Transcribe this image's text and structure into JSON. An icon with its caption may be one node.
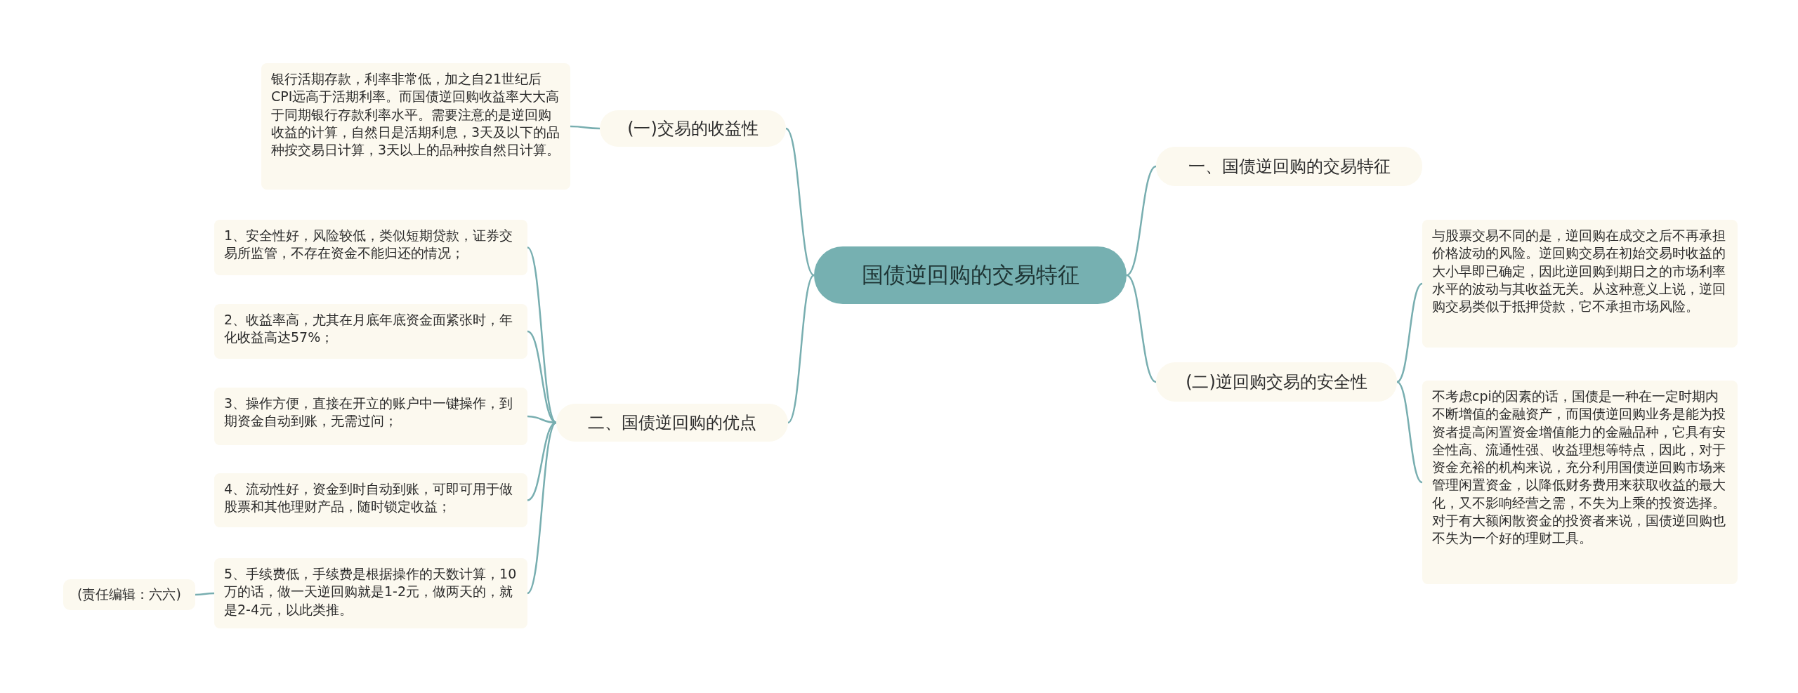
{
  "diagram": {
    "nodes": [
      {
        "text": [
          "国债逆回购的交易特征"
        ]
      },
      {
        "text": [
          "(一)交易的收益性"
        ]
      },
      {
        "text": [
          "银行活期存款，利率非常低，加之自21世纪后CPI远高于活期利率。而国债逆回购收益率大大高于同期银行存款利率水平。需要注意的是逆回购收益的计算，自然日是活期利息，3天及以下的品种按交易日计算，3天以上的品种按自然日计算。"
        ]
      },
      {
        "text": [
          "一、国债逆回购的交易特征"
        ]
      },
      {
        "text": [
          "(二)逆回购交易的安全性"
        ]
      },
      {
        "text": [
          "与股票交易不同的是，逆回购在成交之后不再承担价格波动的风险。逆回购交易在初始交易时收益的大小早即已确定，因此逆回购到期日之的市场利率水平的波动与其收益无关。从这种意义上说，逆回购交易类似于抵押贷款，它不承担市场风险。"
        ]
      },
      {
        "text": [
          "不考虑cpi的因素的话，国债是一种在一定时期内不断增值的金融资产，而国债逆回购业务是能为投资者提高闲置资金增值能力的金融品种，它具有安全性高、流通性强、收益理想等特点，因此，对于资金充裕的机构来说，充分利用国债逆回购市场来管理闲置资金，以降低财务费用来获取收益的最大化，又不影响经营之需，不失为上乘的投资选择。对于有大额闲散资金的投资者来说，国债逆回购也不失为一个好的理财工具。"
        ]
      },
      {
        "text": [
          "二、国债逆回购的优点"
        ]
      },
      {
        "text": [
          "1、安全性好，风险较低，类似短期贷款，证券交易所监管，不存在资金不能归还的情况；"
        ]
      },
      {
        "text": [
          "2、收益率高，尤其在月底年底资金面紧张时，年化收益高达57%；"
        ]
      },
      {
        "text": [
          "3、操作方便，直接在开立的账户中一键操作，到期资金自动到账，无需过问；"
        ]
      },
      {
        "text": [
          "4、流动性好，资金到时自动到账，可即可用于做股票和其他理财产品，随时锁定收益；"
        ]
      },
      {
        "text": [
          "5、手续费低，手续费是根据操作的天数计算，10万的话，做一天逆回购就是1-2元，做两天的，就是2-4元，以此类推。"
        ]
      },
      {
        "text": [
          "(责任编辑：六六)"
        ]
      }
    ],
    "edges": [
      {
        "from": 0,
        "to": 1,
        "arrow": "none"
      },
      {
        "from": 1,
        "to": 2,
        "arrow": "none"
      },
      {
        "from": 0,
        "to": 3,
        "arrow": "none"
      },
      {
        "from": 0,
        "to": 4,
        "arrow": "none"
      },
      {
        "from": 4,
        "to": 5,
        "arrow": "none"
      },
      {
        "from": 4,
        "to": 6,
        "arrow": "none"
      },
      {
        "from": 0,
        "to": 7,
        "arrow": "none"
      },
      {
        "from": 7,
        "to": 8,
        "arrow": "none"
      },
      {
        "from": 7,
        "to": 9,
        "arrow": "none"
      },
      {
        "from": 7,
        "to": 10,
        "arrow": "none"
      },
      {
        "from": 7,
        "to": 11,
        "arrow": "none"
      },
      {
        "from": 7,
        "to": 12,
        "arrow": "none"
      },
      {
        "from": 12,
        "to": 13,
        "arrow": "none"
      }
    ]
  }
}
